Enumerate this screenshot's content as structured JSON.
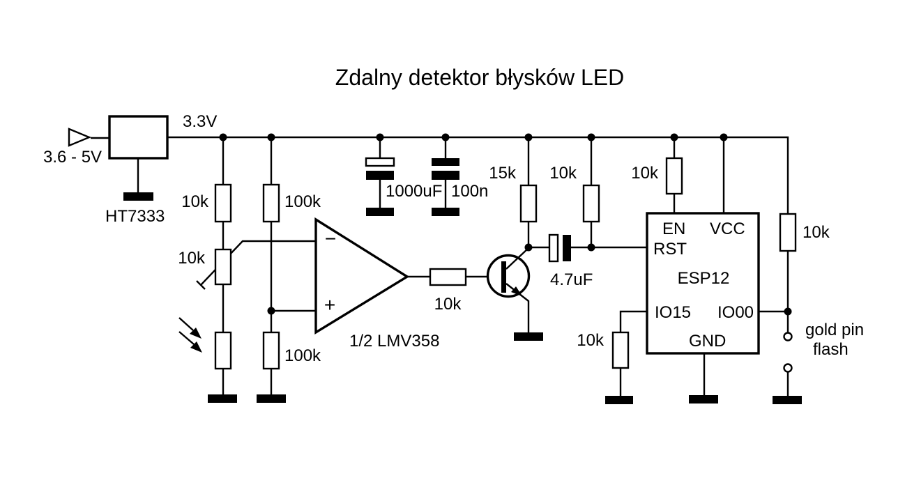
{
  "title": "Zdalny detektor błysków LED",
  "power": {
    "input_range": "3.6 - 5V",
    "regulator": "HT7333",
    "rail_voltage": "3.3V"
  },
  "resistors": {
    "divider_top": "10k",
    "pot": "10k",
    "ref_top": "100k",
    "ref_bottom": "100k",
    "base_series": "10k",
    "collector_pullup": "15k",
    "rst_pullup": "10k",
    "en_pullup": "10k",
    "io15_pulldown": "10k",
    "io00_pullup": "10k"
  },
  "capacitors": {
    "bulk": "1000uF",
    "decoupling": "100n",
    "coupling": "4.7uF"
  },
  "opamp": {
    "label": "1/2 LMV358",
    "minus": "−",
    "plus": "+"
  },
  "esp": {
    "name": "ESP12",
    "pins": {
      "en": "EN",
      "rst": "RST",
      "vcc": "VCC",
      "io15": "IO15",
      "io00": "IO00",
      "gnd": "GND"
    }
  },
  "connector": {
    "line1": "gold pin",
    "line2": "flash"
  }
}
